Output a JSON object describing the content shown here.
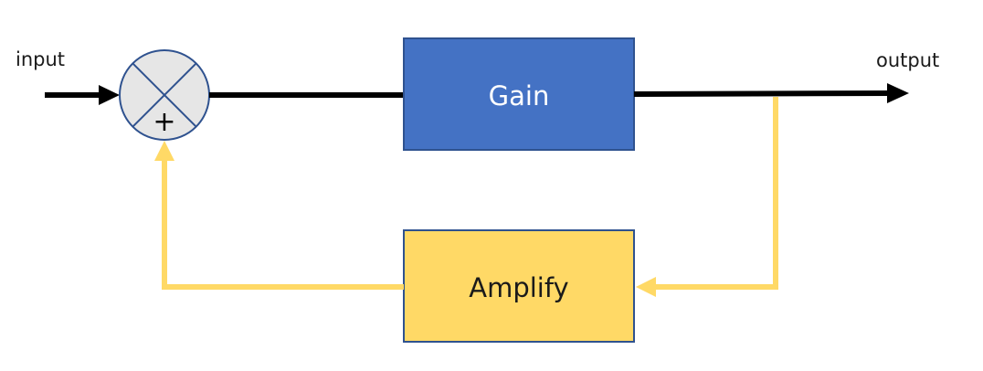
{
  "labels": {
    "input": "input",
    "output": "output"
  },
  "blocks": {
    "gain": "Gain",
    "amplify": "Amplify"
  },
  "summing_junction": {
    "sign": "+"
  },
  "colors": {
    "forward_path": "#000000",
    "feedback_path": "#ffd966",
    "gain_fill": "#4472c4",
    "gain_border": "#2f528f",
    "amplify_fill": "#ffd966",
    "amplify_border": "#2f528f",
    "junction_fill": "#e6e6e6",
    "junction_border": "#2f528f"
  }
}
